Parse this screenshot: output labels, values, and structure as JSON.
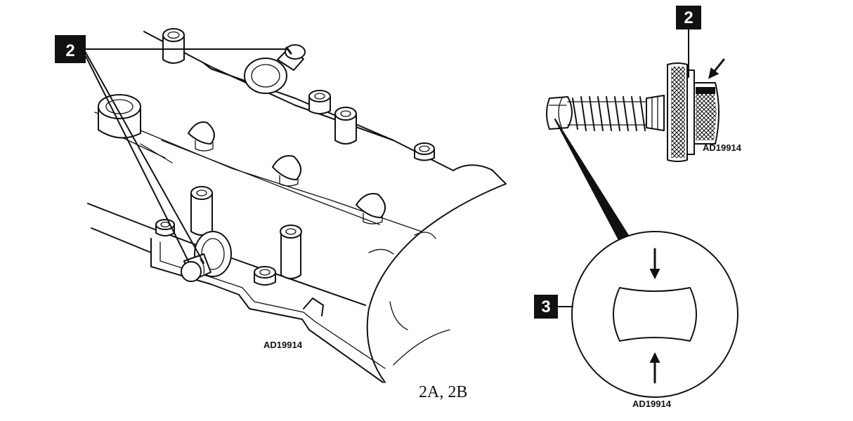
{
  "figure": {
    "left_view": {
      "callout": "2",
      "code": "AD19914"
    },
    "right_view": {
      "callout": "2",
      "code": "AD19914"
    },
    "detail_view": {
      "callout": "3",
      "code": "AD19914"
    },
    "caption": "2A, 2B"
  }
}
